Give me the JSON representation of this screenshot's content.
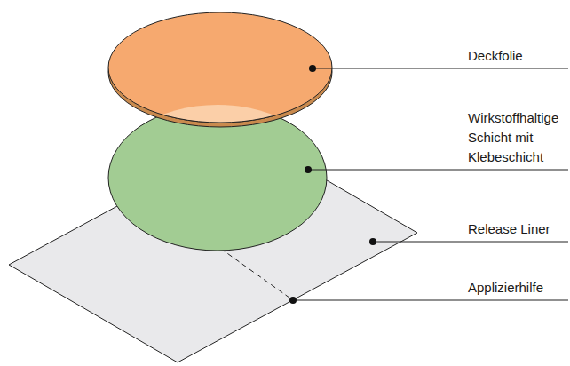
{
  "diagram": {
    "labels": [
      "Deckfolie",
      "Wirkstoffhaltige Schicht mit Klebeschicht",
      "Release Liner",
      "Applizierhilfe"
    ]
  }
}
